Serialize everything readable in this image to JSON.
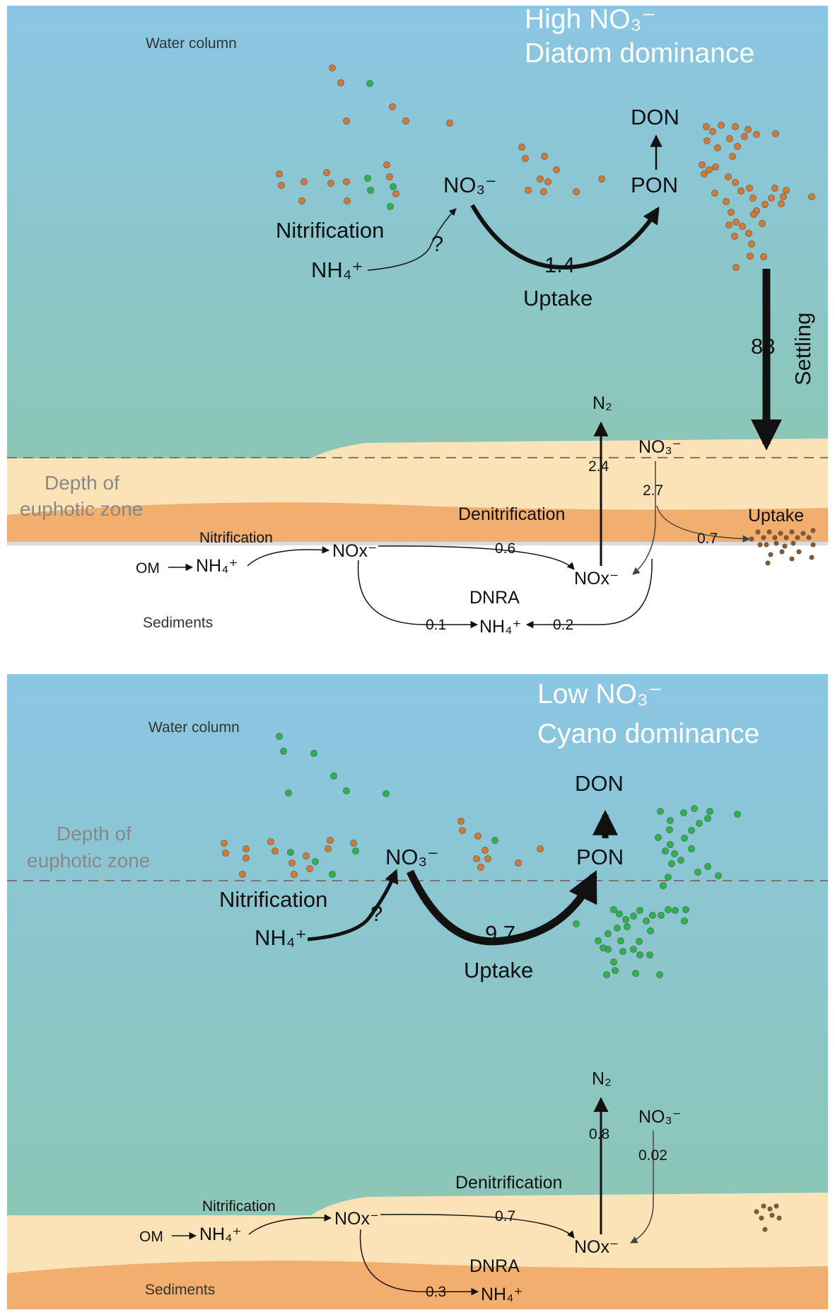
{
  "colors": {
    "water_top": "#8bc6e4",
    "water_bottom": "#8cc6ad",
    "sediment_light": "#fce3b7",
    "sediment_dark": "#f2ae6e",
    "diatom": "#d27a34",
    "cyano": "#2bb34d",
    "heading": "#ffffff",
    "euphotic_line": "#777777"
  },
  "panels": [
    {
      "heading_line1": "High NO₃⁻",
      "heading_line2": "Diatom dominance",
      "water_label": "Water column",
      "sediment_label": "Sediments",
      "euphotic_label_line1": "Depth of",
      "euphotic_label_line2": "euphotic zone",
      "water": {
        "nitrification": "Nitrification",
        "nh4": "NH₄⁺",
        "question": "?",
        "no3": "NO₃⁻",
        "uptake_value": "1.4",
        "uptake_label": "Uptake",
        "pon": "PON",
        "don": "DON",
        "settling_value": "88",
        "settling_label": "Settling"
      },
      "sediment": {
        "om": "OM",
        "nh4": "NH₄⁺",
        "nitrification": "Nitrification",
        "nox_left": "NOx⁻",
        "nox_right": "NOx⁻",
        "denitrification": "Denitrification",
        "flux_nox_nox": "0.6",
        "n2": "N₂",
        "flux_n2": "2.4",
        "no3": "NO₃⁻",
        "flux_no3": "2.7",
        "uptake_value": "0.7",
        "uptake_label": "Uptake",
        "dnra": "DNRA",
        "dnra_nh4": "NH₄⁺",
        "flux_dnra_left": "0.1",
        "flux_dnra_right": "0.2"
      }
    },
    {
      "heading_line1": "Low NO₃⁻",
      "heading_line2": "Cyano dominance",
      "water_label": "Water column",
      "sediment_label": "Sediments",
      "euphotic_label_line1": "Depth of",
      "euphotic_label_line2": "euphotic zone",
      "water": {
        "nitrification": "Nitrification",
        "nh4": "NH₄⁺",
        "question": "?",
        "no3": "NO₃⁻",
        "uptake_value": "9.7",
        "uptake_label": "Uptake",
        "pon": "PON",
        "don": "DON"
      },
      "sediment": {
        "om": "OM",
        "nh4": "NH₄⁺",
        "nitrification": "Nitrification",
        "nox_left": "NOx⁻",
        "nox_right": "NOx⁻",
        "denitrification": "Denitrification",
        "flux_nox_nox": "0.7",
        "n2": "N₂",
        "flux_n2": "0.8",
        "no3": "NO₃⁻",
        "flux_no3": "0.02",
        "dnra": "DNRA",
        "dnra_nh4": "NH₄⁺",
        "flux_dnra_left": "0.3"
      }
    }
  ]
}
